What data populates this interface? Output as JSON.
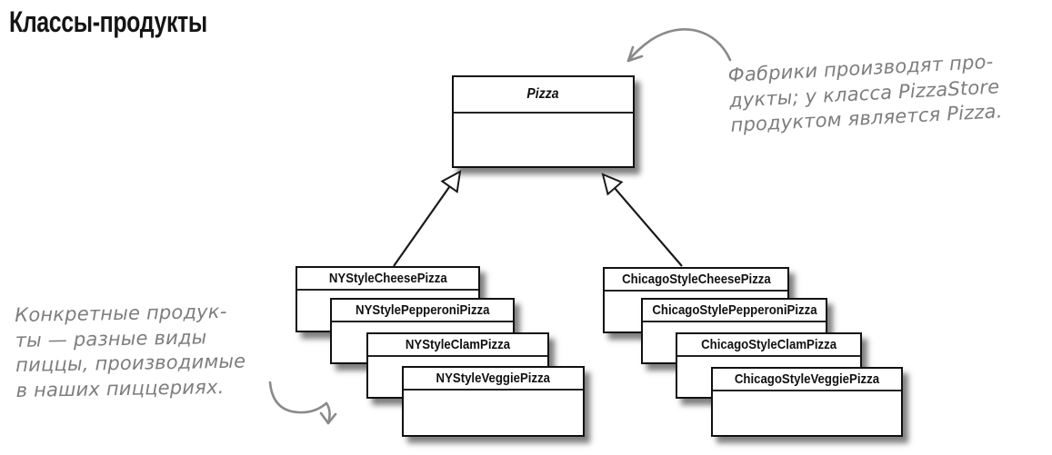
{
  "page": {
    "title": "Классы-продукты"
  },
  "colors": {
    "box_border": "#111111",
    "inheritance_line": "#1a1a1a",
    "annotation_gray": "#7e7e7e",
    "arrow_gray": "#8a8a8a",
    "shadow": "rgba(0,0,0,0.5)",
    "background": "#ffffff"
  },
  "uml": {
    "base_class": "Pizza",
    "ny_products": [
      "NYStyleCheesePizza",
      "NYStylePepperoniPizza",
      "NYStyleClamPizza",
      "NYStyleVeggiePizza"
    ],
    "chicago_products": [
      "ChicagoStyleCheesePizza",
      "ChicagoStylePepperoniPizza",
      "ChicagoStyleClamPizza",
      "ChicagoStyleVeggiePizza"
    ]
  },
  "annotations": {
    "factory_note": "Фабрики производят про-\nдукты; у класса PizzaStore\nпродуктом является Pizza.",
    "products_note": "Конкретные продук-\nты — разные виды\nпиццы, производимые\nв наших пиццериях."
  }
}
